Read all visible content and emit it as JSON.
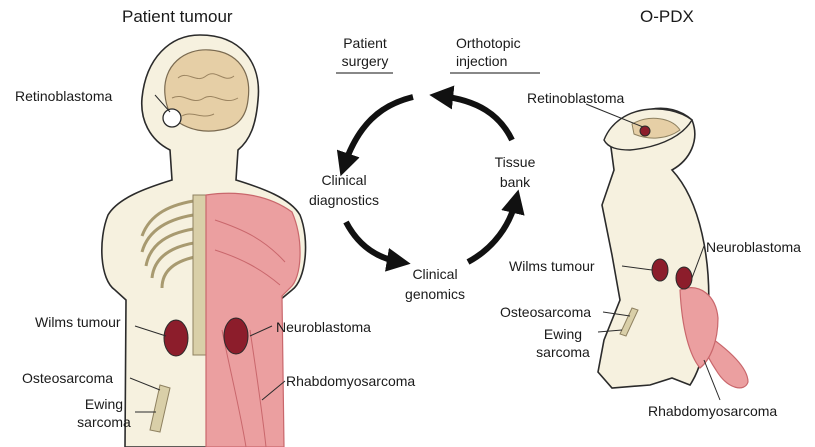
{
  "titles": {
    "left": "Patient tumour",
    "right": "O-PDX"
  },
  "patient_labels": {
    "retinoblastoma": "Retinoblastoma",
    "wilms": "Wilms tumour",
    "neuroblastoma": "Neuroblastoma",
    "osteosarcoma": "Osteosarcoma",
    "ewing_1": "Ewing",
    "ewing_2": "sarcoma",
    "rhabdomyosarcoma": "Rhabdomyosarcoma"
  },
  "cycle_labels": {
    "patient_surgery_1": "Patient",
    "patient_surgery_2": "surgery",
    "orthotopic_injection_1": "Orthotopic",
    "orthotopic_injection_2": "injection",
    "tissue_bank_1": "Tissue",
    "tissue_bank_2": "bank",
    "clinical_genomics_1": "Clinical",
    "clinical_genomics_2": "genomics",
    "clinical_diagnostics_1": "Clinical",
    "clinical_diagnostics_2": "diagnostics"
  },
  "pdx_labels": {
    "retinoblastoma": "Retinoblastoma",
    "wilms": "Wilms tumour",
    "neuroblastoma": "Neuroblastoma",
    "osteosarcoma": "Osteosarcoma",
    "ewing_1": "Ewing",
    "ewing_2": "sarcoma",
    "rhabdomyosarcoma": "Rhabdomyosarcoma"
  },
  "colors": {
    "skin": "#f6f1df",
    "outline": "#2b2b2b",
    "bone": "#d9cfa8",
    "muscle": "#eb9fa0",
    "muscle_dark": "#c9676c",
    "tumour": "#8c1d2b",
    "brain": "#e6cfa6",
    "arrow": "#111111"
  }
}
